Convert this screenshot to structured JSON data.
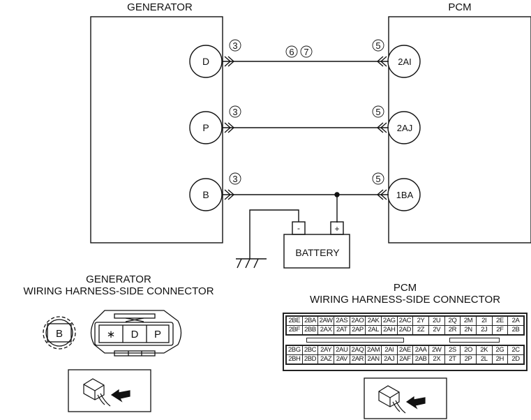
{
  "schematic": {
    "generator_title": "GENERATOR",
    "pcm_title": "PCM",
    "generator_terminals": [
      "D",
      "P",
      "B"
    ],
    "pcm_terminals": [
      "2AI",
      "2AJ",
      "1BA"
    ],
    "generator_connector_refs": [
      "3",
      "3",
      "3"
    ],
    "pcm_connector_refs": [
      "5",
      "5",
      "5"
    ],
    "wire_refs": [
      "6",
      "7"
    ],
    "battery_label": "BATTERY",
    "battery_neg": "-",
    "battery_pos": "+"
  },
  "generator_connector": {
    "title_line1": "GENERATOR",
    "title_line2": "WIRING HARNESS-SIDE CONNECTOR",
    "round_terminal": "B",
    "block_terminals": [
      "∗",
      "D",
      "P"
    ]
  },
  "pcm_connector": {
    "title_line1": "PCM",
    "title_line2": "WIRING HARNESS-SIDE CONNECTOR",
    "upper_rows": [
      [
        "2BE",
        "2BA",
        "2AW",
        "2AS",
        "2AO",
        "2AK",
        "2AG",
        "2AC",
        "2Y",
        "2U",
        "2Q",
        "2M",
        "2I",
        "2E",
        "2A"
      ],
      [
        "2BF",
        "2BB",
        "2AX",
        "2AT",
        "2AP",
        "2AL",
        "2AH",
        "2AD",
        "2Z",
        "2V",
        "2R",
        "2N",
        "2J",
        "2F",
        "2B"
      ]
    ],
    "lower_rows": [
      [
        "2BG",
        "2BC",
        "2AY",
        "2AU",
        "2AQ",
        "2AM",
        "2AI",
        "2AE",
        "2AA",
        "2W",
        "2S",
        "2O",
        "2K",
        "2G",
        "2C"
      ],
      [
        "2BH",
        "2BD",
        "2AZ",
        "2AV",
        "2AR",
        "2AN",
        "2AJ",
        "2AF",
        "2AB",
        "2X",
        "2T",
        "2P",
        "2L",
        "2H",
        "2D"
      ]
    ]
  }
}
